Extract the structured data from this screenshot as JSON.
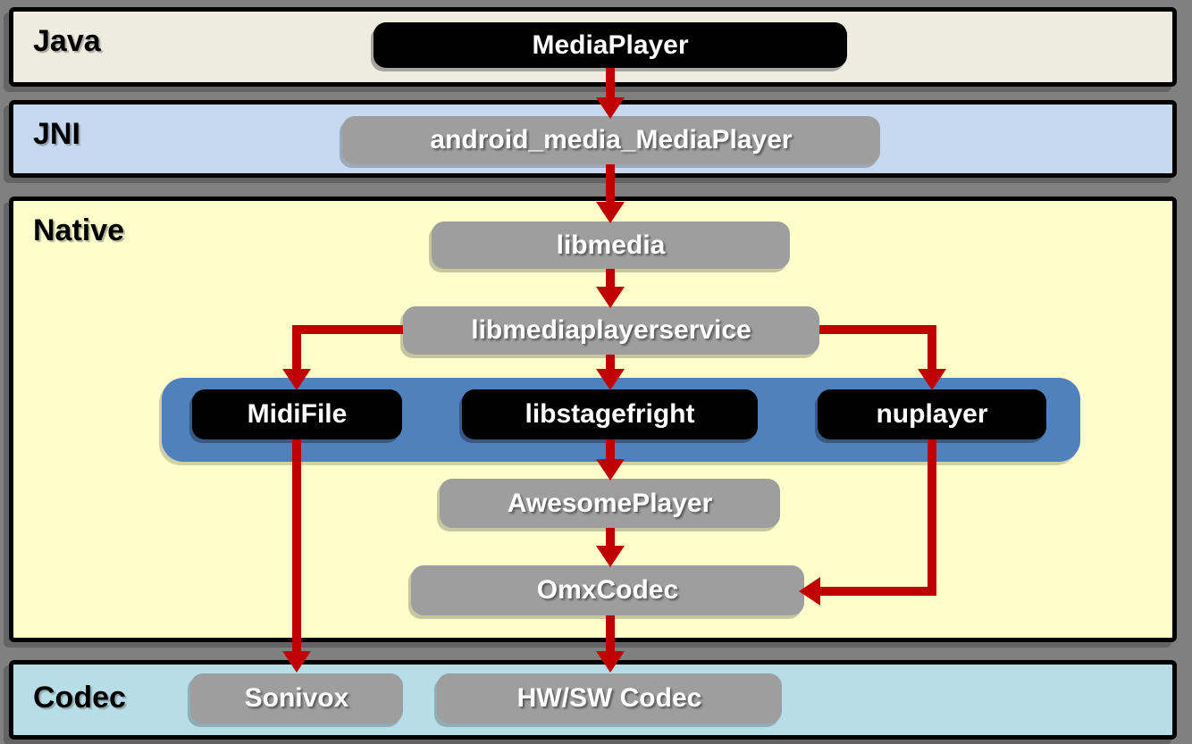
{
  "title": "Android media framework layer diagram",
  "colors": {
    "background": "#808080",
    "layer_java": "#EEECE1",
    "layer_jni": "#C6D9F0",
    "layer_native": "#FFFFCC",
    "layer_codec": "#B7DEE8",
    "node_gray": "#9E9E9E",
    "node_black": "#000000",
    "bar_blue": "#4F81BD",
    "arrow_red": "#C00000"
  },
  "layers": {
    "java": {
      "label": "Java"
    },
    "jni": {
      "label": "JNI"
    },
    "native": {
      "label": "Native"
    },
    "codec": {
      "label": "Codec"
    }
  },
  "nodes": {
    "mediaplayer": "MediaPlayer",
    "android_media_mediaplayer": "android_media_MediaPlayer",
    "libmedia": "libmedia",
    "libmediaplayerservice": "libmediaplayerservice",
    "midifile": "MidiFile",
    "libstagefright": "libstagefright",
    "nuplayer": "nuplayer",
    "awesomeplayer": "AwesomePlayer",
    "omxcodec": "OmxCodec",
    "sonivox": "Sonivox",
    "hwsw_codec": "HW/SW Codec"
  },
  "edges": [
    {
      "from": "MediaPlayer",
      "to": "android_media_MediaPlayer"
    },
    {
      "from": "android_media_MediaPlayer",
      "to": "libmedia"
    },
    {
      "from": "libmedia",
      "to": "libmediaplayerservice"
    },
    {
      "from": "libmediaplayerservice",
      "to": "MidiFile"
    },
    {
      "from": "libmediaplayerservice",
      "to": "libstagefright"
    },
    {
      "from": "libmediaplayerservice",
      "to": "nuplayer"
    },
    {
      "from": "libstagefright",
      "to": "AwesomePlayer"
    },
    {
      "from": "AwesomePlayer",
      "to": "OmxCodec"
    },
    {
      "from": "nuplayer",
      "to": "OmxCodec"
    },
    {
      "from": "MidiFile",
      "to": "Sonivox"
    },
    {
      "from": "OmxCodec",
      "to": "HW/SW Codec"
    }
  ]
}
